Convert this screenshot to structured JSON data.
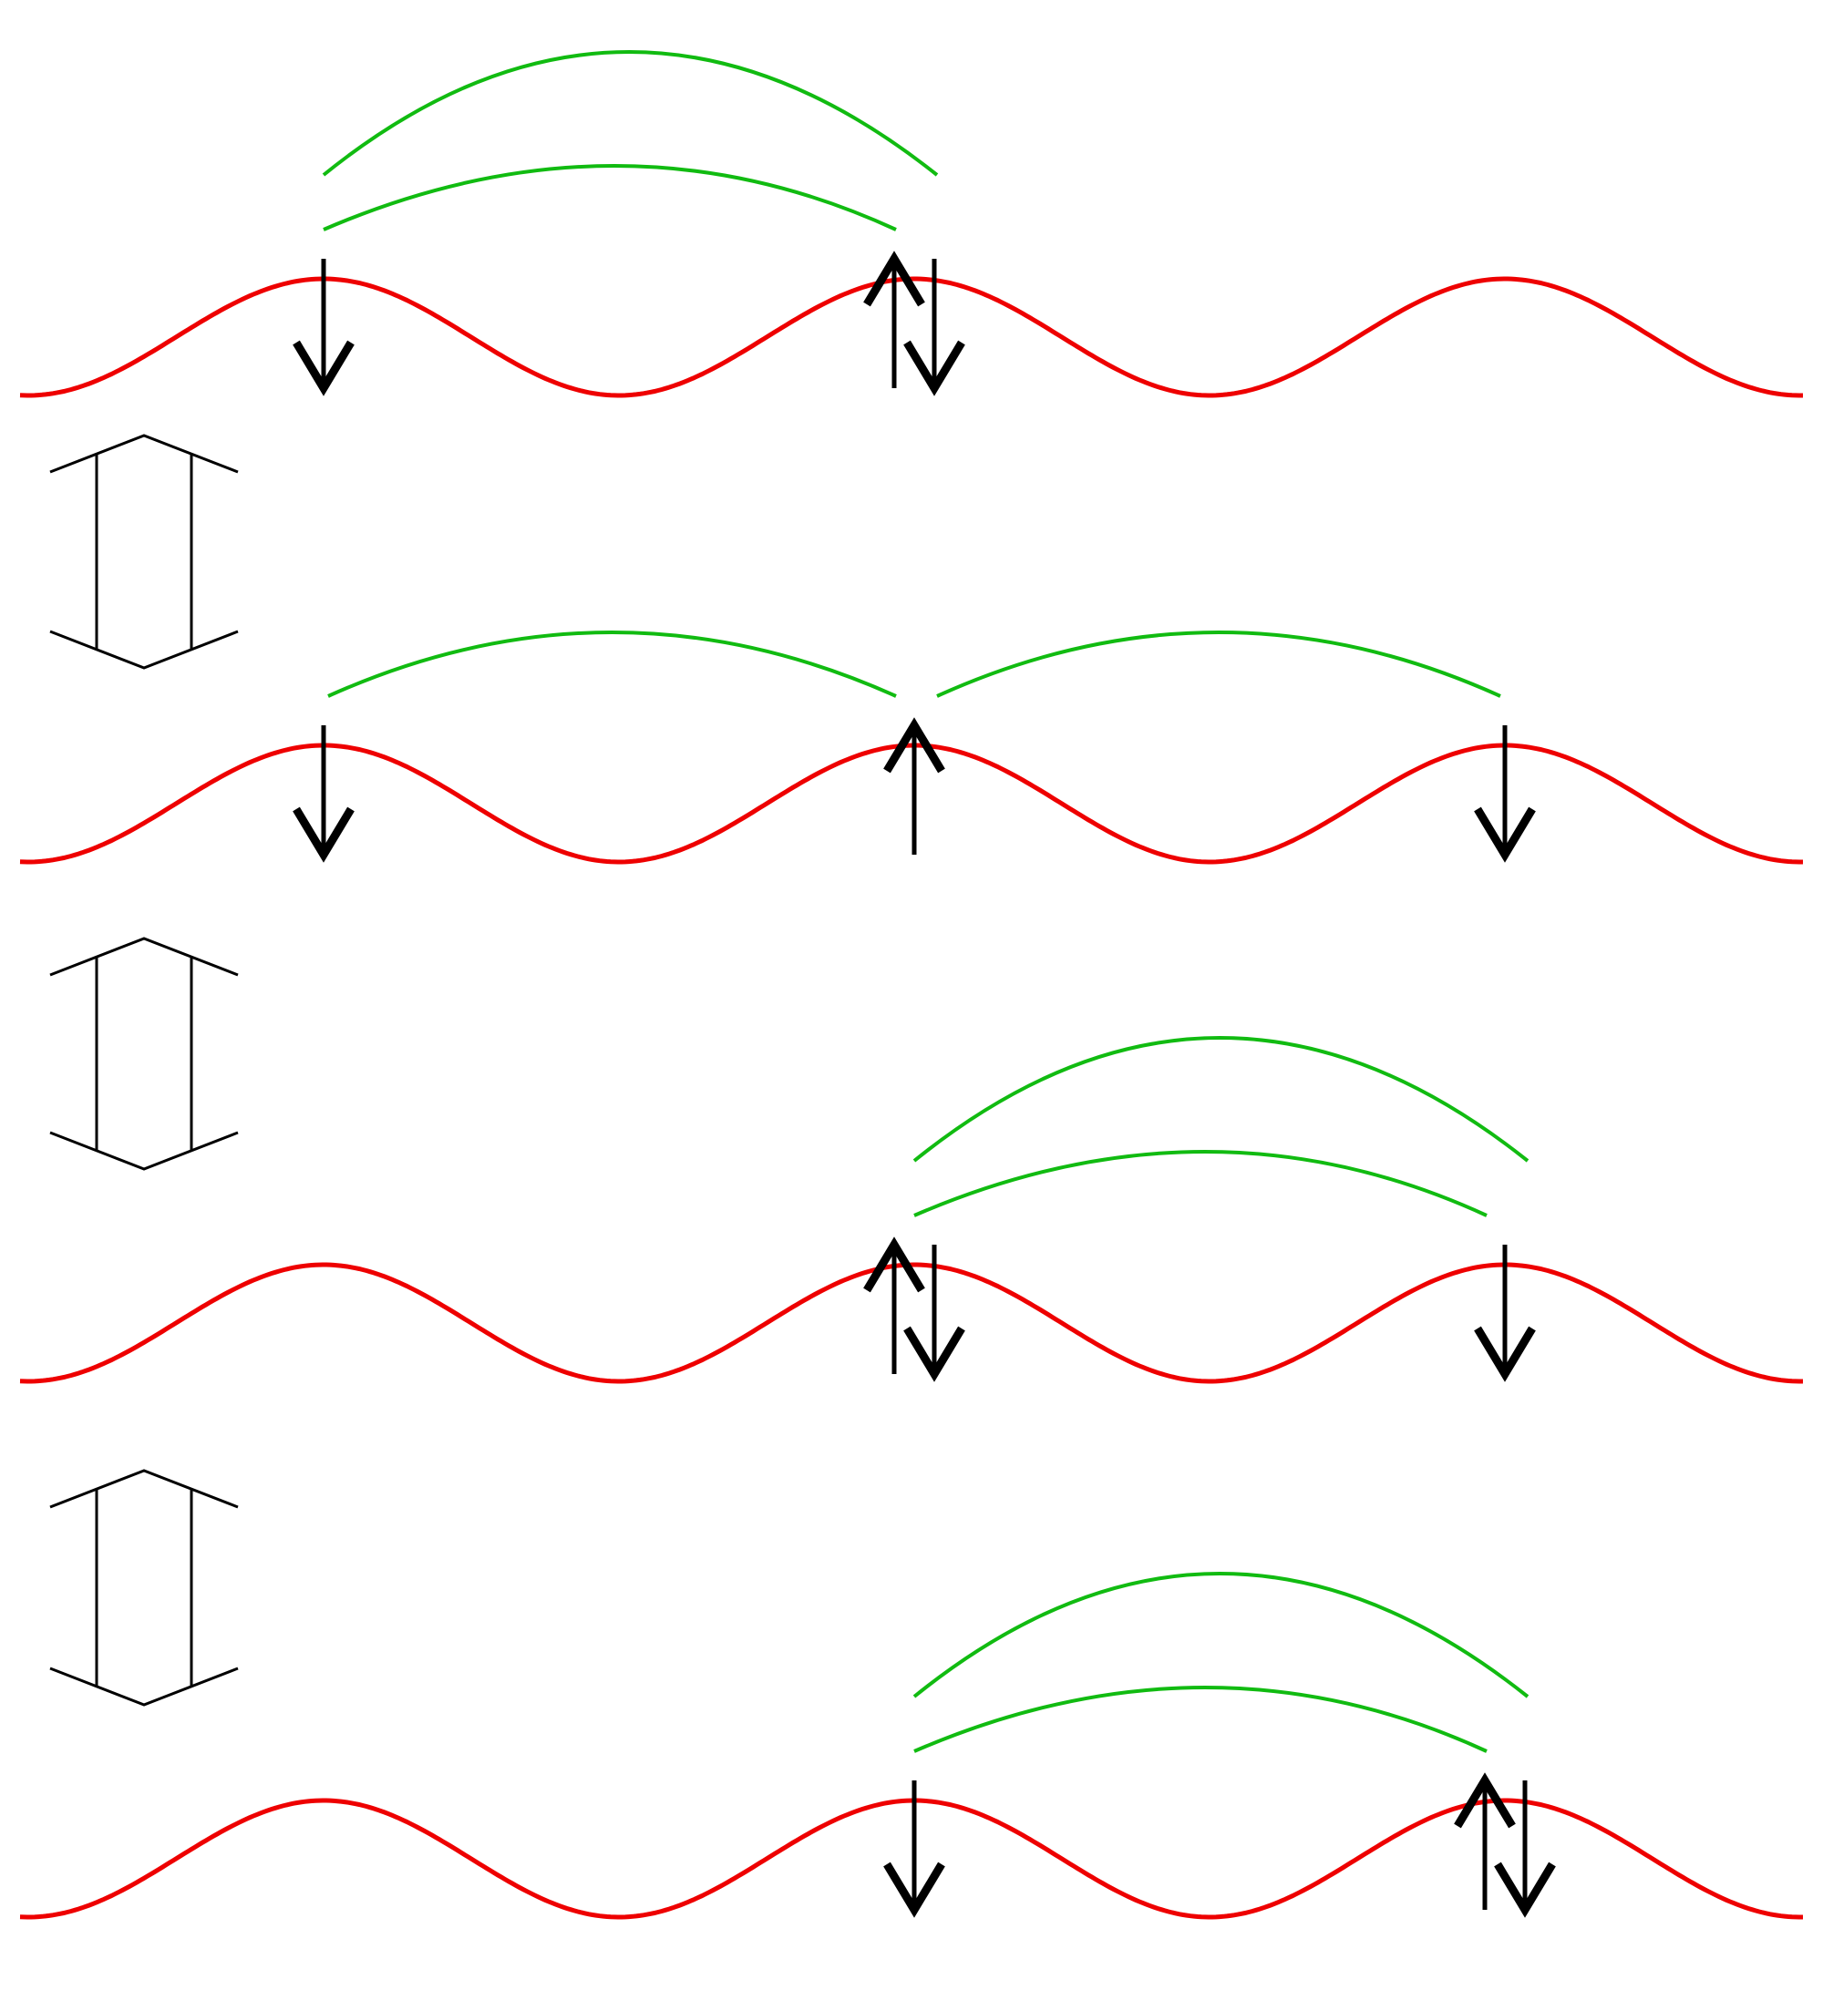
{
  "colors": {
    "background": "#ffffff",
    "lattice": "#ee0000",
    "bond": "#11bb11",
    "spin": "#000000",
    "resonance": "#000000"
  },
  "panels": [
    {
      "name": "panel-1",
      "spins": [
        {
          "site": 1,
          "direction": "down"
        },
        {
          "site": 2,
          "direction": "up"
        },
        {
          "site": 2,
          "direction": "down"
        }
      ],
      "bonds": [
        {
          "from_site": 1,
          "to_site": 2,
          "rows": 2
        }
      ]
    },
    {
      "name": "panel-2",
      "spins": [
        {
          "site": 1,
          "direction": "down"
        },
        {
          "site": 2,
          "direction": "up"
        },
        {
          "site": 3,
          "direction": "down"
        }
      ],
      "bonds": [
        {
          "from_site": 1,
          "to_site": 2,
          "rows": 1
        },
        {
          "from_site": 2,
          "to_site": 3,
          "rows": 1
        }
      ]
    },
    {
      "name": "panel-3",
      "spins": [
        {
          "site": 2,
          "direction": "up"
        },
        {
          "site": 2,
          "direction": "down"
        },
        {
          "site": 3,
          "direction": "down"
        }
      ],
      "bonds": [
        {
          "from_site": 2,
          "to_site": 3,
          "rows": 2
        }
      ]
    },
    {
      "name": "panel-4",
      "spins": [
        {
          "site": 2,
          "direction": "down"
        },
        {
          "site": 3,
          "direction": "up"
        },
        {
          "site": 3,
          "direction": "down"
        }
      ],
      "bonds": [
        {
          "from_site": 2,
          "to_site": 3,
          "rows": 2
        }
      ]
    }
  ],
  "resonances": [
    {
      "between": [
        "panel-1",
        "panel-2"
      ],
      "symbol": "double-headed-arrow"
    },
    {
      "between": [
        "panel-2",
        "panel-3"
      ],
      "symbol": "double-headed-arrow"
    },
    {
      "between": [
        "panel-3",
        "panel-4"
      ],
      "symbol": "double-headed-arrow"
    }
  ]
}
